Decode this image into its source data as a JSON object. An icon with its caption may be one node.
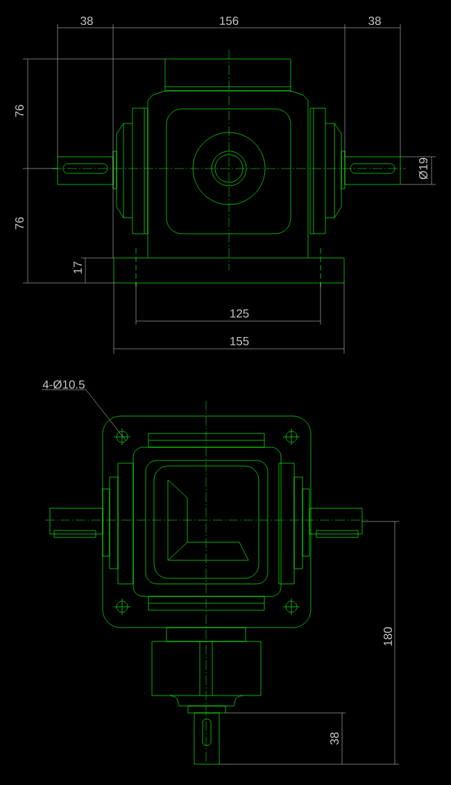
{
  "diagram": {
    "nodes": [
      {
        "text": [
          "4-Ø10.5"
        ]
      },
      {
        "text": [],
        "shape": "circle"
      }
    ],
    "edges": [
      {
        "from": 0,
        "to": 1,
        "arrow": "none"
      }
    ],
    "labels": [
      "38",
      "156",
      "38",
      "76",
      "76",
      "17",
      "Ø19",
      "125",
      "155",
      "180",
      "38"
    ]
  }
}
